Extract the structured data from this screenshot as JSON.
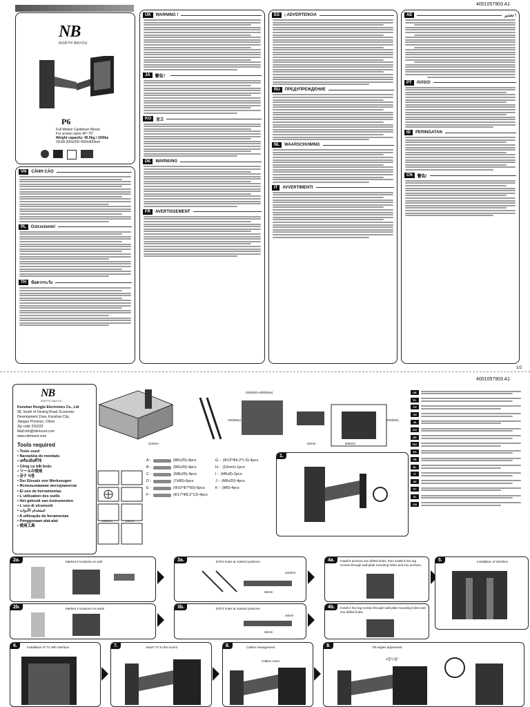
{
  "doc_code": "4001057903 A1",
  "page1_number": "1/2",
  "brand": {
    "logo": "NB",
    "name": "NORTH BAYOU"
  },
  "product": {
    "model": "P6",
    "subtitle_line1": "Full Motion Cantilever Mount",
    "subtitle_line2": "For screen sizes 40\"-70\"",
    "subtitle_line3": "Weight capacity: 45.5kg / 100lbs",
    "subtitle_line4": "VESA 200x200~600x400mm"
  },
  "sections_page1": {
    "uk": {
      "tag": "UK",
      "title": "WARNING !"
    },
    "ja": {
      "tag": "JA",
      "title": "警告！"
    },
    "ko": {
      "tag": "KO",
      "title": "경고"
    },
    "de": {
      "tag": "DE",
      "title": "WARNUNG"
    },
    "fr": {
      "tag": "FR",
      "title": "AVERTISSEMENT"
    },
    "es": {
      "tag": "ES",
      "title": "¡ ADVERTENCIA"
    },
    "ru": {
      "tag": "RU",
      "title": "ПРЕДУПРЕЖДЕНИЕ"
    },
    "nl": {
      "tag": "NL",
      "title": "WAARSCHUWING"
    },
    "it": {
      "tag": "IT",
      "title": "AVVERTIMENTI"
    },
    "ae": {
      "tag": "AE",
      "title": "تحذير !"
    },
    "pt": {
      "tag": "PT",
      "title": "AVISO!"
    },
    "id": {
      "tag": "ID",
      "title": "PERINGATAN"
    },
    "cn": {
      "tag": "CN",
      "title": "警告!"
    },
    "vn": {
      "tag": "VN",
      "title": "CẢNH CÁO"
    },
    "pl": {
      "tag": "PL",
      "title": "Ostrzeżenie!"
    },
    "th": {
      "tag": "TH",
      "title": "ข้อควรระวัง"
    }
  },
  "company": {
    "name": "Kunshan Hongjie Electronics Co., Ltd",
    "address1": "58, South of Xinxing Road, Economic",
    "address2": "Development Zone, Kunshan City,",
    "address3": "Jiangsu Province, China",
    "zip": "Zip code 215333",
    "mail": "Mail:info@nbmount.com",
    "web": "www.nbmount.com"
  },
  "tools": {
    "title": "Tools required",
    "list": [
      "• Tools used",
      "• Narzędzia do montażu",
      "• เครื่องมือที่ใช้",
      "• Công cụ bắt buộc",
      "• ツールの使用",
      "• 공구 사용",
      "• Der Einsatz von Werkzeugen",
      "• Использование инструментов",
      "• El uso de herramientas",
      "• L´utilisation des outils",
      "• Het gebruik van instrumenten",
      "• L´uso di strumenti",
      "• استخدام الأدوات",
      "• A utilização de ferramentas",
      "• Penggunaan alat-alat",
      "• 使用工具"
    ],
    "drill1": "ø10mm",
    "drill2": "ø4mm"
  },
  "diagram": {
    "dim_top": "200(Min)~600(Max)",
    "dim_left": "400(Max)",
    "dim_right1": "200(Min)",
    "dim_bottom": "508mm",
    "dim_depth": "63mm",
    "dim_side": "210mm"
  },
  "hardware": [
    {
      "letter": "A -",
      "spec": "(M5x25)-4pcs"
    },
    {
      "letter": "B -",
      "spec": "(M6x25)-4pcs"
    },
    {
      "letter": "C -",
      "spec": "(M8x25)-4pcs"
    },
    {
      "letter": "D -",
      "spec": "(7x80)-6pcs"
    },
    {
      "letter": "E -",
      "spec": "(Φ10*Φ7*60)-6pcs"
    },
    {
      "letter": "F -",
      "spec": "(Φ17*Φ8.2*12)-4pcs"
    },
    {
      "letter": "G -",
      "spec": "(Φ13*Φ6.2*1.5)-4pcs"
    },
    {
      "letter": "H -",
      "spec": "(10mm)-1pcs"
    },
    {
      "letter": "I -",
      "spec": "(M6x8)-2pcs"
    },
    {
      "letter": "J -",
      "spec": "(M6x20)-4pcs"
    },
    {
      "letter": "K -",
      "spec": "(M6)-4pcs"
    }
  ],
  "page2_langs": [
    "UK",
    "PL",
    "TH",
    "VN",
    "JA",
    "KO",
    "DE",
    "RU",
    "ES",
    "FR",
    "NL",
    "IT",
    "AE",
    "PT",
    "ID",
    "CN"
  ],
  "steps": {
    "s1": {
      "num": "1."
    },
    "s2a": {
      "num": "2a.",
      "caption": "Marked 6 locations on wall"
    },
    "s2b": {
      "num": "2b.",
      "caption": "Marked 4 locations on studs"
    },
    "s3a": {
      "num": "3a.",
      "caption": "Drill 6 holes at marked positions"
    },
    "s3b": {
      "num": "3b.",
      "caption": "Drill 4 holes at marked positions"
    },
    "s4a": {
      "num": "4a.",
      "caption": "Install 6 anchors into drilled holes, then install 6 hex lag screws through wall plate mounting holes and into anchors."
    },
    "s4b": {
      "num": "4b.",
      "caption": "Install 4 hex lag screws through wall plate mounting holes and into drilled holes."
    },
    "s5": {
      "num": "5.",
      "caption": "Installation of interface"
    },
    "s6": {
      "num": "6.",
      "caption": "Installation of TV with interface"
    },
    "s7": {
      "num": "7.",
      "caption": "Attach TV to the mount"
    },
    "s8": {
      "num": "8.",
      "caption": "Cables management",
      "sub": "Cables cover"
    },
    "s9": {
      "num": "9.",
      "caption": "Tilt angles adjustment",
      "sub": "+5°/-5°"
    }
  },
  "depth_labels": {
    "d1": "65mm",
    "d2": "ø10mm",
    "d3": "65mm",
    "d4": "ø4mm"
  }
}
